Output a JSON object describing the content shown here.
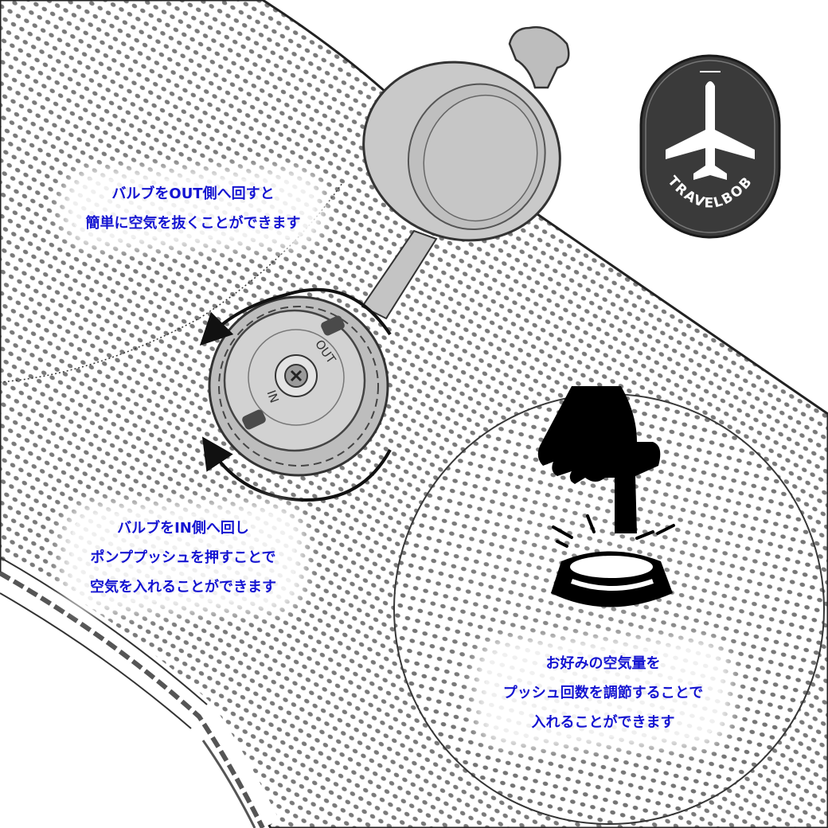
{
  "captions": {
    "out_instructions": [
      "バルブをOUT側へ回すと",
      "簡単に空気を抜くことができます"
    ],
    "in_instructions": [
      "バルブをIN側へ回し",
      "ポンププッシュを押すことで",
      "空気を入れることができます"
    ],
    "amount_instructions": [
      "お好みの空気量を",
      "プッシュ回数を調節することで",
      "入れることができます"
    ]
  },
  "valve": {
    "out_label": "OUT",
    "in_label": "IN"
  },
  "brand": {
    "name": "TRAVELBOB",
    "icon": "airplane-icon"
  },
  "colors": {
    "caption_text": "#1414d2",
    "badge": "#3a3a3a",
    "valve_body": "#cfcfcf"
  }
}
